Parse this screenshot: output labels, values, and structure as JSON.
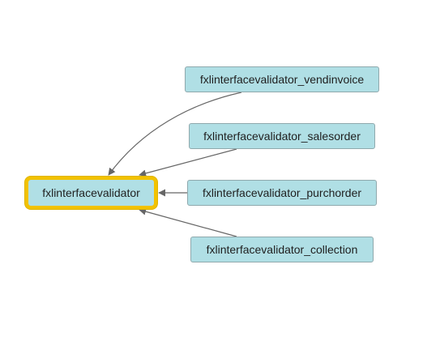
{
  "diagram": {
    "root": {
      "label": "fxlinterfacevalidator"
    },
    "sources": [
      {
        "label": "fxlinterfacevalidator_vendinvoice"
      },
      {
        "label": "fxlinterfacevalidator_salesorder"
      },
      {
        "label": "fxlinterfacevalidator_purchorder"
      },
      {
        "label": "fxlinterfacevalidator_collection"
      }
    ],
    "colors": {
      "node_fill": "#b0dfe5",
      "node_border": "#8fa9ad",
      "selected_border": "#f2c200",
      "edge": "#666666"
    }
  }
}
